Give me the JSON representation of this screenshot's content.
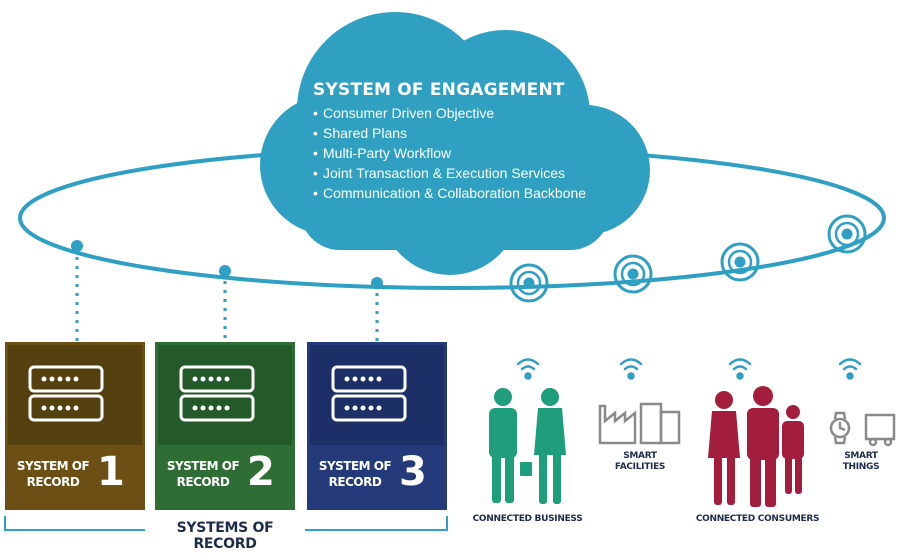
{
  "cloud": {
    "title": "SYSTEM OF ENGAGEMENT",
    "items": [
      "Consumer Driven Objective",
      "Shared Plans",
      "Multi-Party Workflow",
      "Joint Transaction & Execution Services",
      "Communication & Collaboration Backbone"
    ]
  },
  "systems": [
    {
      "label_line1": "SYSTEM OF",
      "label_line2": "RECORD",
      "number": "1",
      "color": "#6b4f14"
    },
    {
      "label_line1": "SYSTEM OF",
      "label_line2": "RECORD",
      "number": "2",
      "color": "#2e6e34"
    },
    {
      "label_line1": "SYSTEM OF",
      "label_line2": "RECORD",
      "number": "3",
      "color": "#243a7a"
    }
  ],
  "systems_footer": "SYSTEMS OF RECORD",
  "groups": {
    "connected_business": "CONNECTED BUSINESS",
    "smart_facilities_line1": "SMART",
    "smart_facilities_line2": "FACILITIES",
    "connected_consumers": "CONNECTED CONSUMERS",
    "smart_things_line1": "SMART",
    "smart_things_line2": "THINGS"
  },
  "colors": {
    "cloud": "#2fa0c2",
    "ring": "#2f9fc4",
    "business": "#1e9e7a",
    "consumers": "#a21e3c",
    "facilities": "#8a8a8a",
    "text_dark": "#1e2b4a"
  }
}
